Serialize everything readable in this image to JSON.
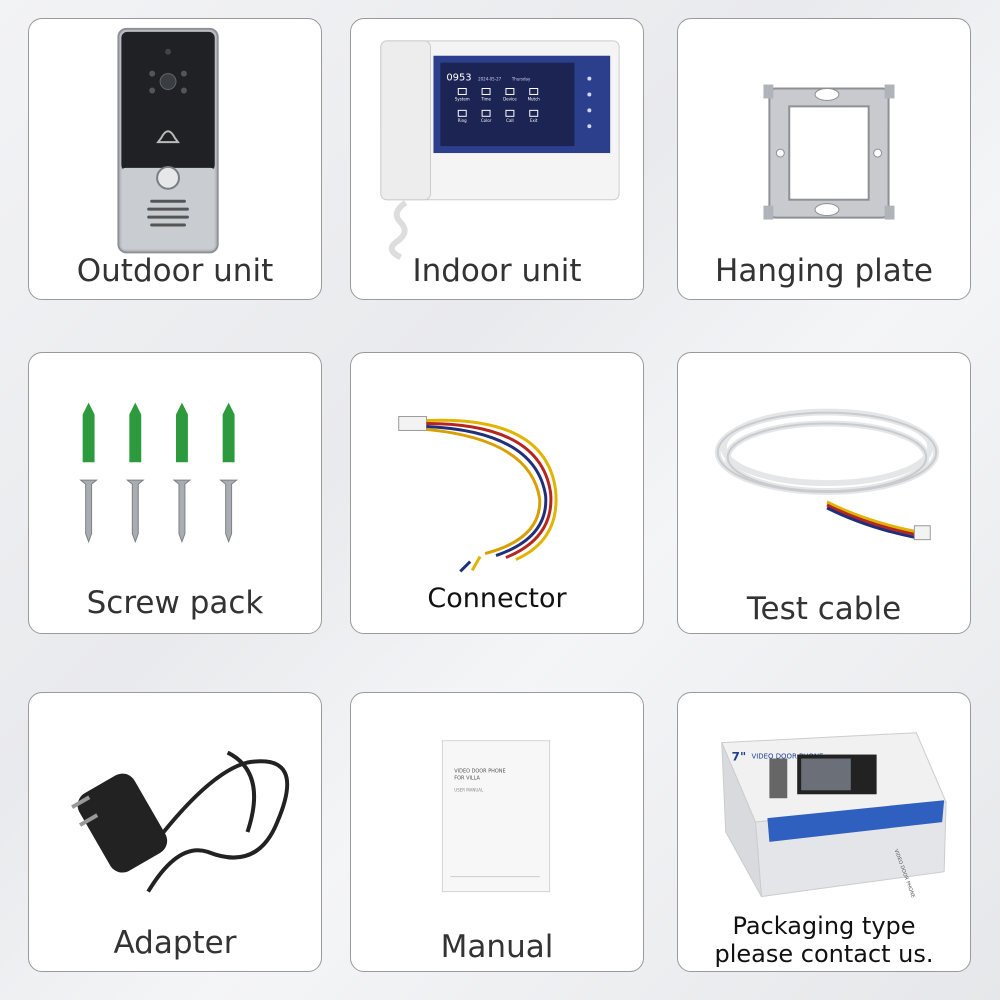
{
  "items": [
    {
      "label": "Outdoor unit"
    },
    {
      "label": "Indoor unit"
    },
    {
      "label": "Hanging plate"
    },
    {
      "label": "Screw pack"
    },
    {
      "label": "Connector"
    },
    {
      "label": "Test cable"
    },
    {
      "label": "Adapter"
    },
    {
      "label": "Manual"
    },
    {
      "label": "Packaging type",
      "label_line2": "please contact us."
    }
  ],
  "indoor_screen": {
    "time": "0953",
    "date": "2024-05-27",
    "day": "Thursday",
    "menu": [
      "System",
      "Time",
      "Device",
      "Mutch",
      "Ring",
      "Color",
      "Call",
      "Exit"
    ]
  },
  "manual_cover": {
    "line1": "VIDEO DOOR PHONE",
    "line2": "FOR VILLA",
    "line3": "USER MANUAL"
  },
  "box_print": {
    "size": "7\"",
    "title": "VIDEO DOOR PHONE",
    "side": "VIDEO DOOR PHONE"
  }
}
